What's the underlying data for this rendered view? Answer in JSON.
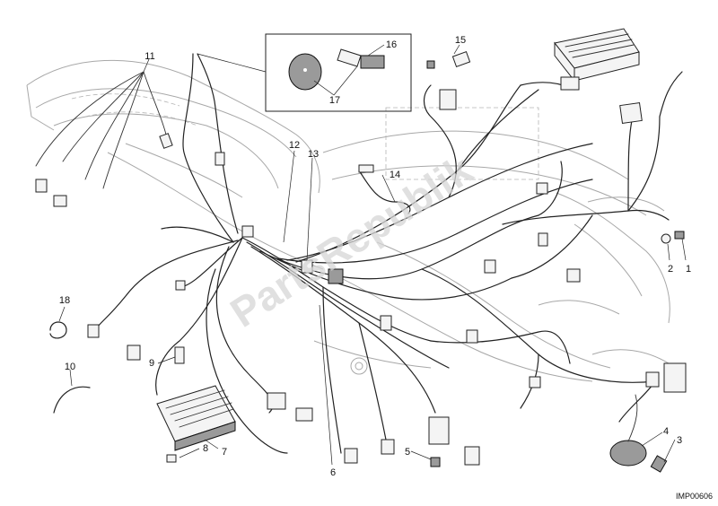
{
  "drawing_code": "IMP00606",
  "watermark": "PartsRepublik",
  "callouts": [
    "1",
    "2",
    "3",
    "4",
    "5",
    "6",
    "7",
    "8",
    "9",
    "10",
    "11",
    "12",
    "13",
    "14",
    "15",
    "16",
    "17",
    "18"
  ]
}
